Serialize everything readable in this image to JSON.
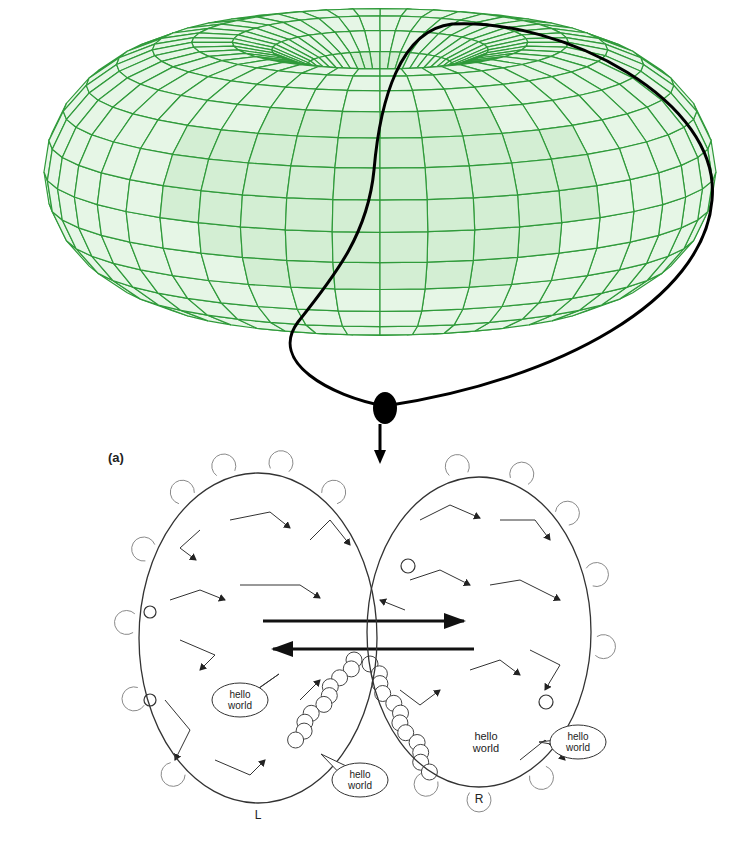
{
  "diagram": {
    "nodes": [
      {
        "text": [
          "L"
        ]
      },
      {
        "text": [
          "R"
        ]
      },
      {
        "text": [
          "hello world"
        ],
        "in": 0
      },
      {
        "text": [
          "hello world"
        ]
      },
      {
        "text": [
          "hello world"
        ]
      }
    ],
    "edges": [
      {
        "from": 0,
        "to": 1,
        "arrow": "to"
      },
      {
        "from": 1,
        "to": 0,
        "arrow": "to"
      }
    ],
    "labels": [
      "(a)",
      "hello world"
    ]
  }
}
